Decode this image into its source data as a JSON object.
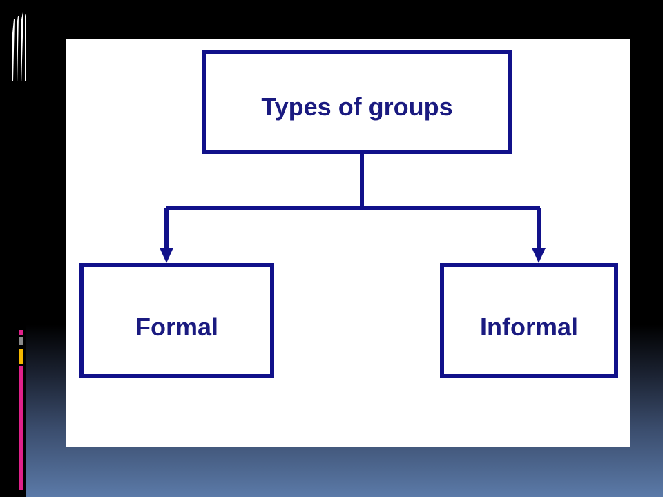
{
  "diagram": {
    "root": {
      "label": "Types of groups"
    },
    "children": [
      {
        "label": "Formal"
      },
      {
        "label": "Informal"
      }
    ]
  },
  "colors": {
    "box_stroke": "#11118a",
    "text": "#1a1a80",
    "panel": "#ffffff",
    "background_top": "#000000",
    "background_bottom": "#5b7aa8",
    "accent_magenta": "#e0218a",
    "accent_yellow": "#f5b800",
    "accent_gray": "#8a8a8a"
  }
}
